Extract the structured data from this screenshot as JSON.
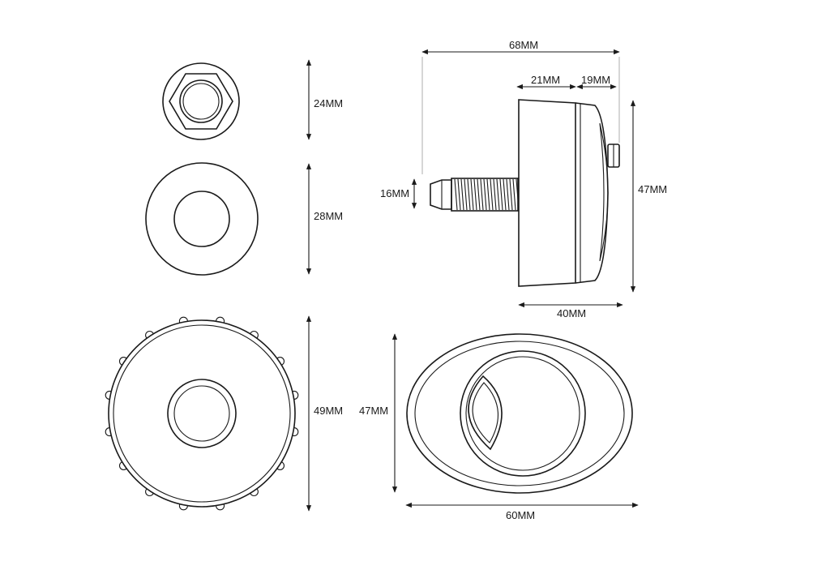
{
  "dimensions": {
    "nut_height": "24MM",
    "washer_height": "28MM",
    "base_diameter": "49MM",
    "overall_length": "68MM",
    "cover_depth": "21MM",
    "button_depth": "19MM",
    "thread_diameter": "16MM",
    "side_height": "47MM",
    "body_depth": "40MM",
    "front_height": "47MM",
    "front_width": "60MM"
  },
  "colors": {
    "line": "#1a1a1a",
    "background": "#ffffff"
  }
}
